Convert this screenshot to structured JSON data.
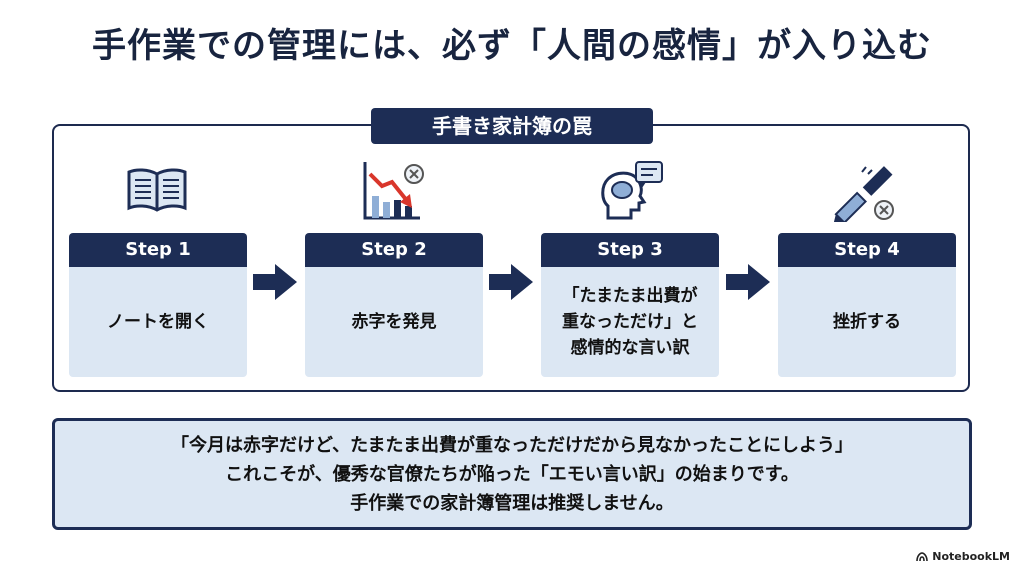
{
  "title": "手作業での管理には、必ず「人間の感情」が入り込む",
  "frame": {
    "label": "手書き家計簿の罠"
  },
  "steps": [
    {
      "head": "Step 1",
      "lines": [
        "ノートを開く"
      ],
      "icon": "open-book-icon"
    },
    {
      "head": "Step 2",
      "lines": [
        "赤字を発見"
      ],
      "icon": "declining-chart-icon"
    },
    {
      "head": "Step 3",
      "lines": [
        "「たまたま出費が",
        "重なっただけ」と",
        "感情的な言い訳"
      ],
      "icon": "thinking-head-icon"
    },
    {
      "head": "Step 4",
      "lines": [
        "挫折する"
      ],
      "icon": "broken-pen-icon"
    }
  ],
  "note": {
    "line1": "「今月は赤字だけど、たまたま出費が重なっただけだから見なかったことにしよう」",
    "line2": "これこそが、優秀な官僚たちが陥った「エモい言い訳」の始まりです。",
    "line3": "手作業での家計簿管理は推奨しません。"
  },
  "brand": "NotebookLM",
  "colors": {
    "navy": "#1d2d55",
    "light_blue": "#dce7f3",
    "red": "#d9362b"
  }
}
